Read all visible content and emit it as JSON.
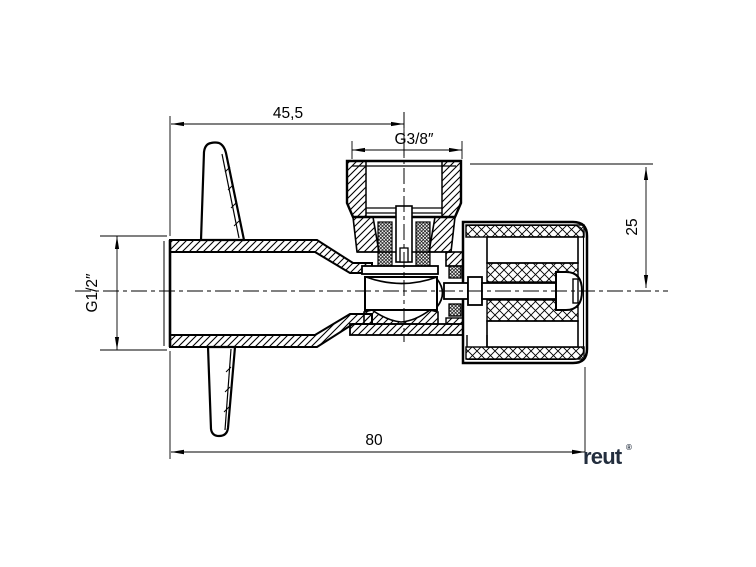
{
  "sheet": {
    "background": "#ffffff",
    "line_color": "#000000",
    "subject": "angle-valve-cross-section-drawing"
  },
  "dimensions": {
    "top_width": "45,5",
    "outlet_thread": "G3/8″",
    "inlet_thread": "G1/2″",
    "axis_to_top": "25",
    "total_length": "80"
  },
  "logo": {
    "text": "reut",
    "mark": "®",
    "color": "#232e3e"
  }
}
